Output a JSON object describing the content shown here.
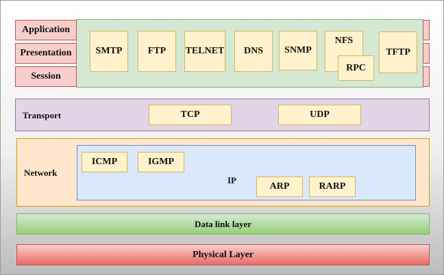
{
  "application_layer": {
    "layers": [
      "Application",
      "Presentation",
      "Session"
    ],
    "protocols": [
      "SMTP",
      "FTP",
      "TELNET",
      "DNS",
      "SNMP",
      "NFS",
      "TFTP"
    ],
    "rpc": "RPC"
  },
  "transport_layer": {
    "label": "Transport",
    "protocols": [
      "TCP",
      "UDP"
    ]
  },
  "network_layer": {
    "label": "Network",
    "ip_label": "IP",
    "protocols": [
      "ICMP",
      "IGMP",
      "ARP",
      "RARP"
    ]
  },
  "datalink_layer": {
    "label": "Data link layer"
  },
  "physical_layer": {
    "label": "Physical Layer"
  },
  "colors": {
    "application_region": "#d5e8d4",
    "session_boxes": "#f8cecc",
    "protocol_boxes": "#fff2cc",
    "transport_region": "#e1d5e7",
    "network_region": "#ffe6cc",
    "ip_region": "#dae8fc",
    "datalink_bar": "#97d077",
    "physical_bar": "#ea6b66"
  }
}
